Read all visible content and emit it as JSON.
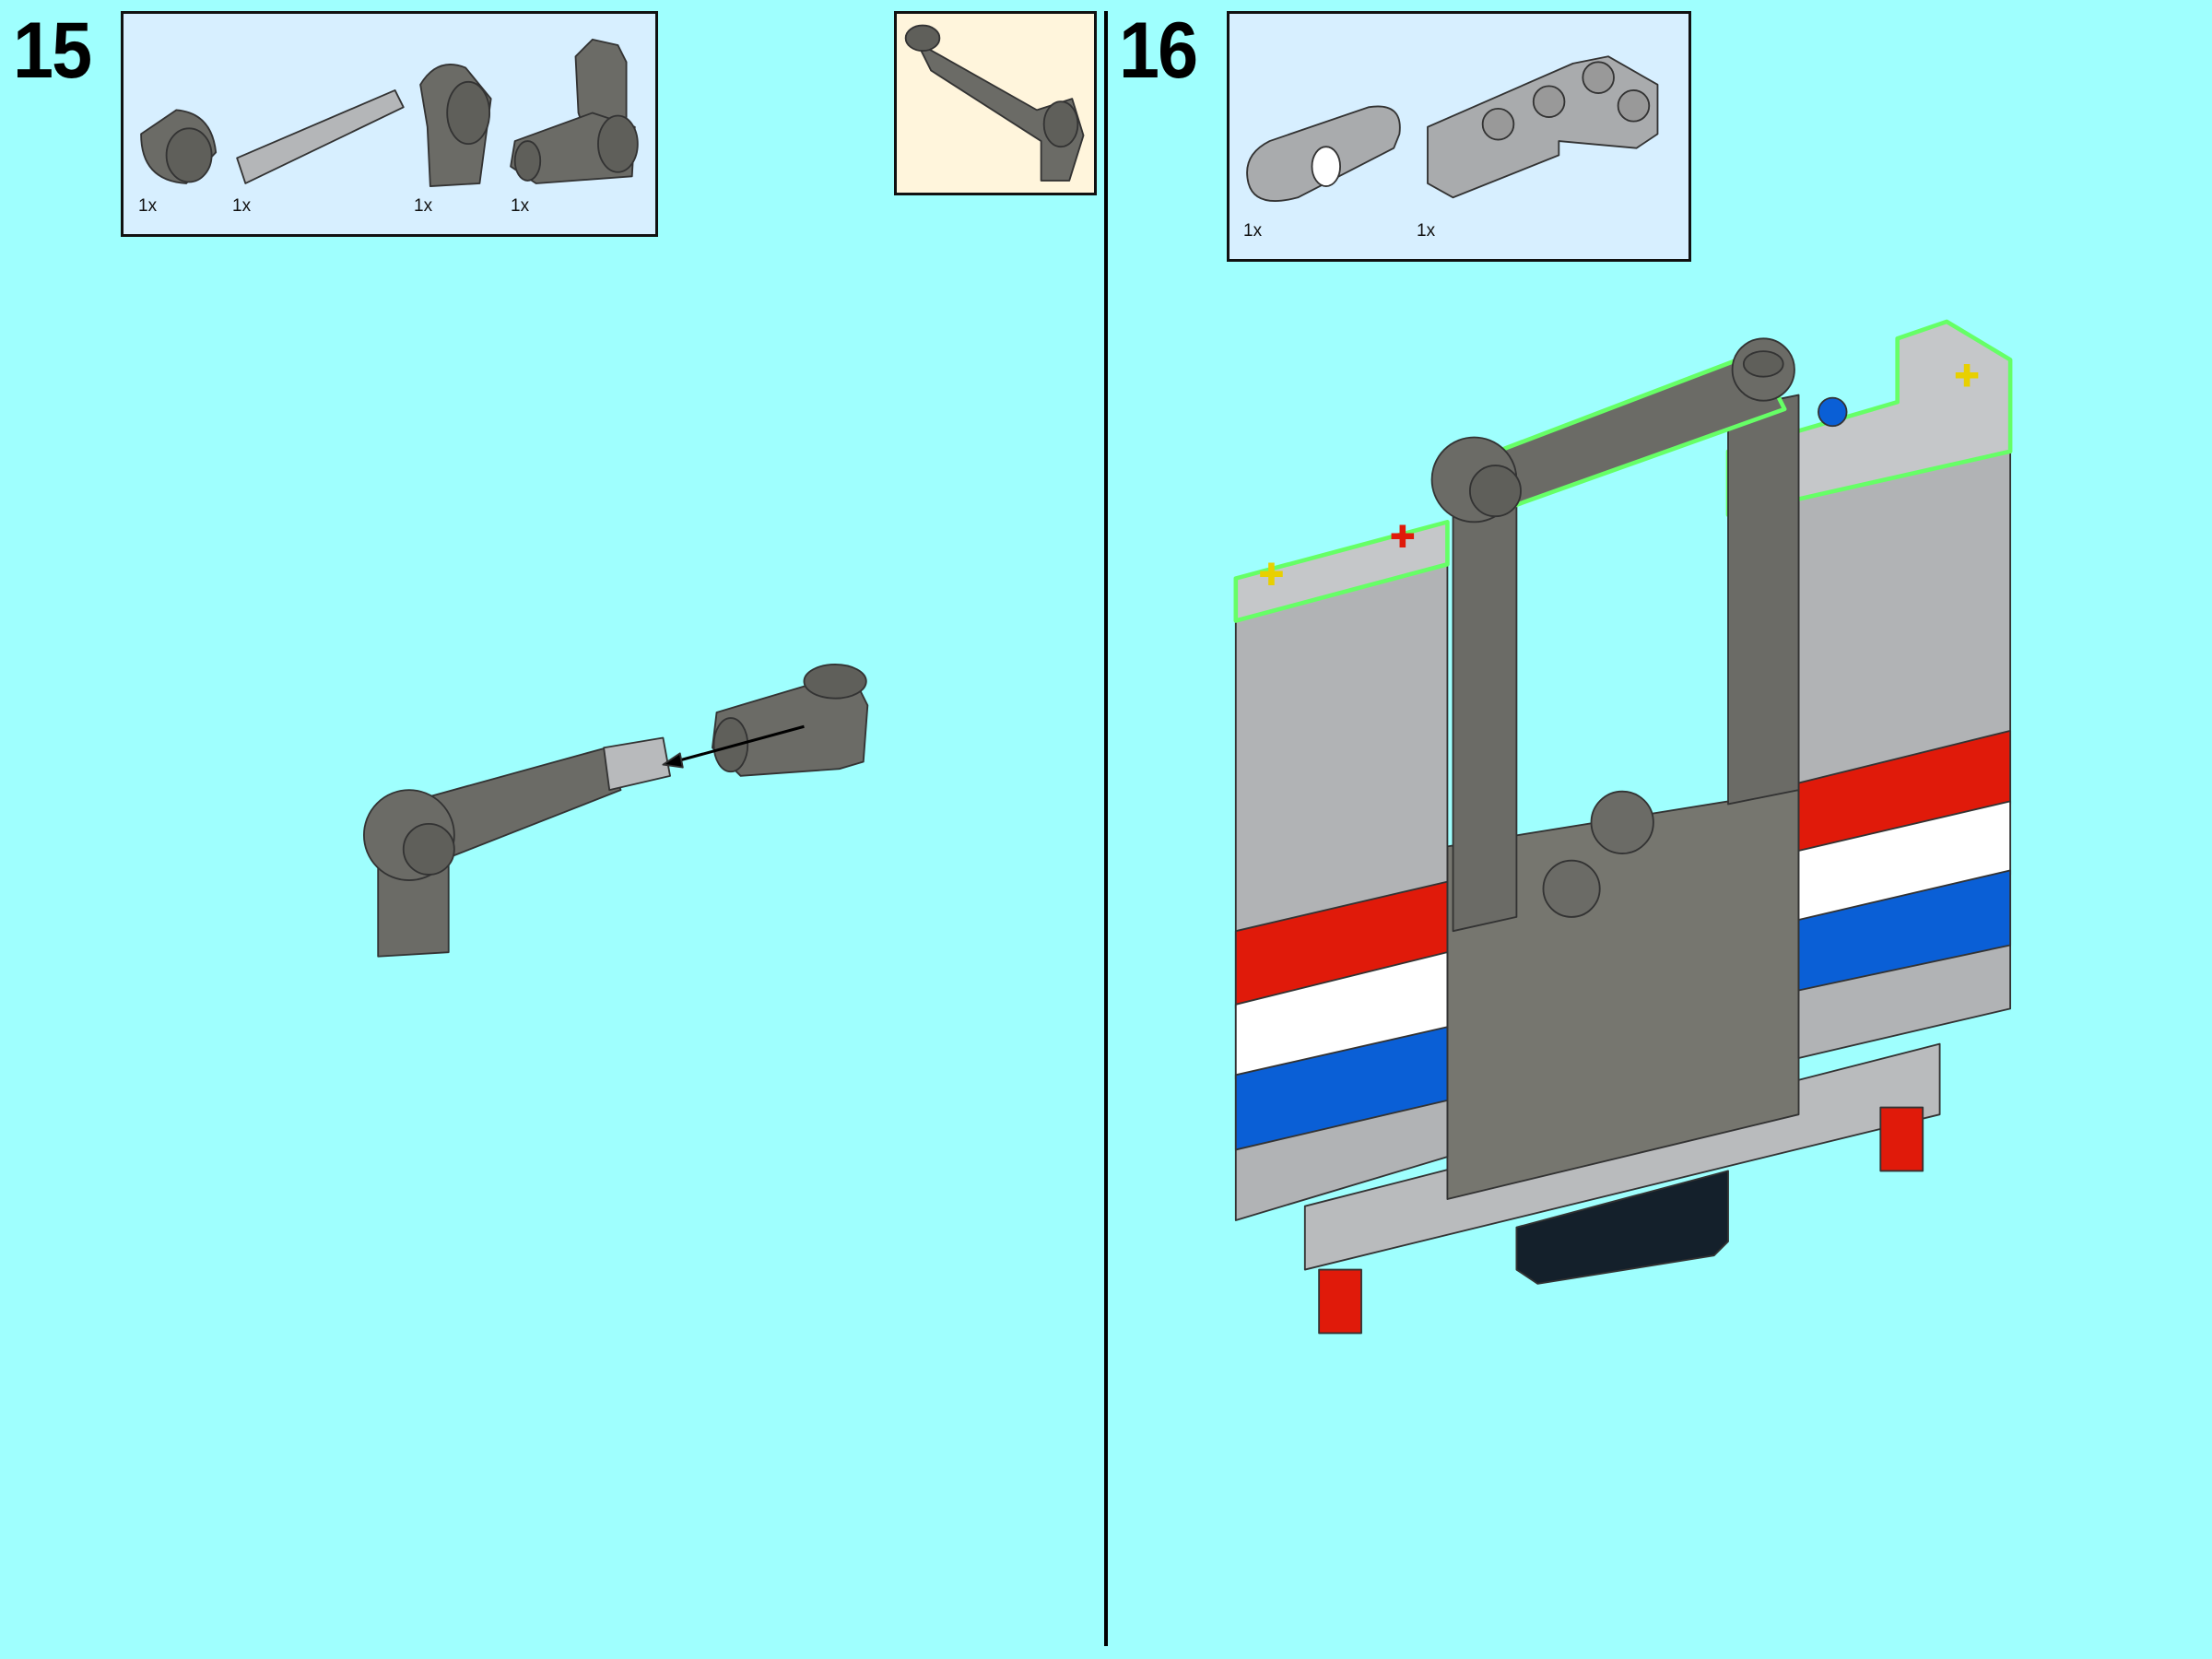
{
  "page": {
    "background": "#9ffffe"
  },
  "step15": {
    "number": "15",
    "parts": [
      {
        "name": "dark-gray-pin-bush",
        "qty": "1x"
      },
      {
        "name": "light-gray-axle",
        "qty": "1x"
      },
      {
        "name": "dark-gray-angle-connector-1",
        "qty": "1x"
      },
      {
        "name": "dark-gray-angle-connector-6",
        "qty": "1x"
      }
    ]
  },
  "step16": {
    "number": "16",
    "parts": [
      {
        "name": "light-gray-thin-liftarm",
        "qty": "1x"
      },
      {
        "name": "light-gray-l-liftarm",
        "qty": "1x"
      }
    ]
  },
  "colors": {
    "dark_gray": "#6b6b66",
    "light_gray": "#a9abad",
    "red": "#e01a0a",
    "white": "#ffffff",
    "blue": "#0a5fd6",
    "highlight": "#66ff66"
  }
}
